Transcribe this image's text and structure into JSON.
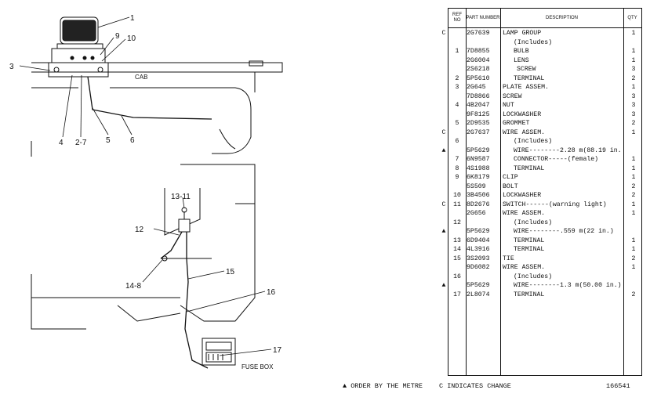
{
  "diagram": {
    "callouts": [
      "1",
      "9",
      "10",
      "3",
      "4",
      "2-7",
      "5",
      "6",
      "13-11",
      "12",
      "14-8",
      "15",
      "16",
      "17"
    ],
    "labels": {
      "cab": "CAB",
      "fuse_box": "FUSE BOX"
    }
  },
  "table": {
    "headers": {
      "ref": "REF NO",
      "part": "PART NUMBER",
      "desc": "DESCRIPTION",
      "qty": "QTY"
    },
    "rows": [
      {
        "mk": "C",
        "ref": "",
        "pn": "2G7639",
        "desc": "LAMP GROUP",
        "qty": "1",
        "indent": 0
      },
      {
        "mk": "",
        "ref": "",
        "pn": "",
        "desc": "(Includes)",
        "qty": "",
        "indent": 1
      },
      {
        "mk": "",
        "ref": "1",
        "pn": "7D8855",
        "desc": "BULB",
        "qty": "1",
        "indent": 1
      },
      {
        "mk": "",
        "ref": "",
        "pn": "2G6004",
        "desc": "LENS",
        "qty": "1",
        "indent": 1
      },
      {
        "mk": "",
        "ref": "",
        "pn": "2S6218",
        "desc": "SCREW",
        "qty": "3",
        "indent": 2
      },
      {
        "mk": "",
        "ref": "2",
        "pn": "5P5610",
        "desc": "TERMINAL",
        "qty": "2",
        "indent": 1
      },
      {
        "mk": "",
        "ref": "3",
        "pn": "2G645",
        "desc": "PLATE ASSEM.",
        "qty": "1",
        "indent": 0
      },
      {
        "mk": "",
        "ref": "",
        "pn": "7D8866",
        "desc": "SCREW",
        "qty": "3",
        "indent": 0
      },
      {
        "mk": "",
        "ref": "4",
        "pn": "4B2047",
        "desc": "NUT",
        "qty": "3",
        "indent": 0
      },
      {
        "mk": "",
        "ref": "",
        "pn": "9F8125",
        "desc": "LOCKWASHER",
        "qty": "3",
        "indent": 0
      },
      {
        "mk": "",
        "ref": "5",
        "pn": "2D9535",
        "desc": "GROMMET",
        "qty": "2",
        "indent": 0
      },
      {
        "mk": "C",
        "ref": "",
        "pn": "2G7637",
        "desc": "WIRE ASSEM.",
        "qty": "1",
        "indent": 0
      },
      {
        "mk": "",
        "ref": "6",
        "pn": "",
        "desc": "(Includes)",
        "qty": "",
        "indent": 1
      },
      {
        "mk": "▲",
        "ref": "",
        "pn": "5P5629",
        "desc": "WIRE--------2.28 m(88.19 in.)",
        "qty": "",
        "indent": 1
      },
      {
        "mk": "",
        "ref": "7",
        "pn": "6N9587",
        "desc": "CONNECTOR-----(female)",
        "qty": "1",
        "indent": 1
      },
      {
        "mk": "",
        "ref": "8",
        "pn": "4S1988",
        "desc": "TERMINAL",
        "qty": "1",
        "indent": 1
      },
      {
        "mk": "",
        "ref": "9",
        "pn": "6K8179",
        "desc": "CLIP",
        "qty": "1",
        "indent": 0
      },
      {
        "mk": "",
        "ref": "",
        "pn": "5S509",
        "desc": "BOLT",
        "qty": "2",
        "indent": 0
      },
      {
        "mk": "",
        "ref": "10",
        "pn": "3B4506",
        "desc": "LOCKWASHER",
        "qty": "2",
        "indent": 0
      },
      {
        "mk": "C",
        "ref": "11",
        "pn": "8D2676",
        "desc": "SWITCH------(warning light)",
        "qty": "1",
        "indent": 0
      },
      {
        "mk": "",
        "ref": "",
        "pn": "2G656",
        "desc": "WIRE ASSEM.",
        "qty": "1",
        "indent": 0
      },
      {
        "mk": "",
        "ref": "12",
        "pn": "",
        "desc": "(Includes)",
        "qty": "",
        "indent": 1
      },
      {
        "mk": "▲",
        "ref": "",
        "pn": "5P5629",
        "desc": "WIRE--------.559 m(22 in.)",
        "qty": "",
        "indent": 1
      },
      {
        "mk": "",
        "ref": "13",
        "pn": "6D9404",
        "desc": "TERMINAL",
        "qty": "1",
        "indent": 1
      },
      {
        "mk": "",
        "ref": "14",
        "pn": "4L3916",
        "desc": "TERMINAL",
        "qty": "1",
        "indent": 1
      },
      {
        "mk": "",
        "ref": "15",
        "pn": "3S2093",
        "desc": "TIE",
        "qty": "2",
        "indent": 0
      },
      {
        "mk": "",
        "ref": "",
        "pn": "9D6082",
        "desc": "WIRE ASSEM.",
        "qty": "1",
        "indent": 0
      },
      {
        "mk": "",
        "ref": "16",
        "pn": "",
        "desc": "(Includes)",
        "qty": "",
        "indent": 1
      },
      {
        "mk": "▲",
        "ref": "",
        "pn": "5P5629",
        "desc": "WIRE--------1.3 m(50.00 in.)",
        "qty": "",
        "indent": 1
      },
      {
        "mk": "",
        "ref": "17",
        "pn": "2L8074",
        "desc": "TERMINAL",
        "qty": "2",
        "indent": 1
      }
    ]
  },
  "footer": {
    "metric_note": "▲ ORDER BY THE METRE",
    "change_note": "C INDICATES CHANGE",
    "figure_no": "166541"
  }
}
